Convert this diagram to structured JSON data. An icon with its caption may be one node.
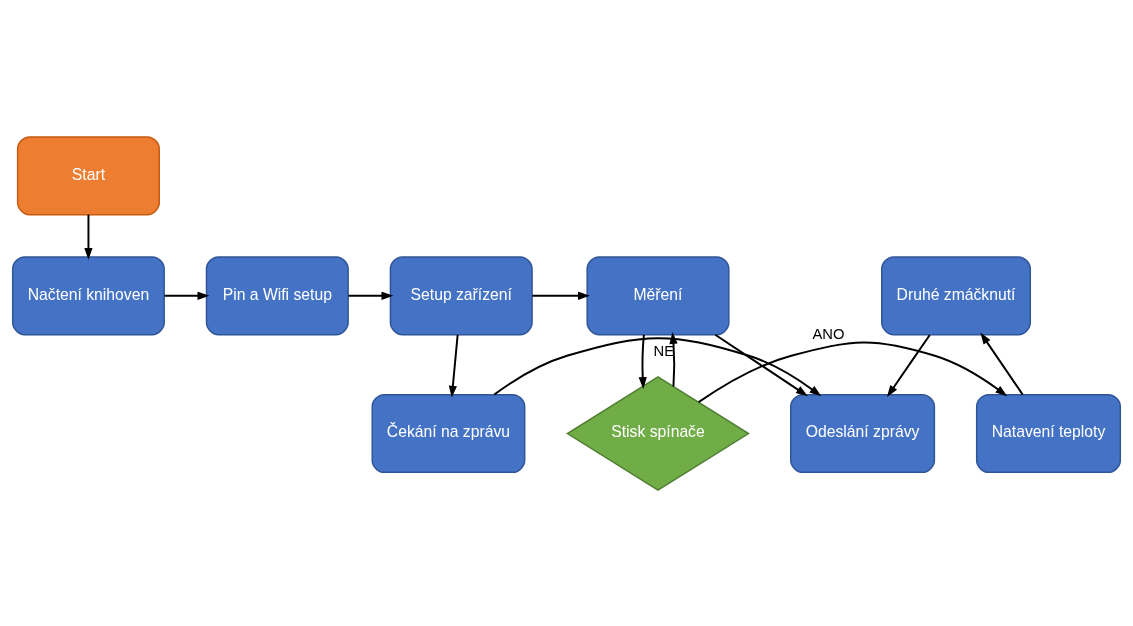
{
  "diagram": {
    "nodes": [
      {
        "text": [
          "Start"
        ]
      },
      {
        "text": [
          "Načtení knihoven"
        ]
      },
      {
        "text": [
          "Pin a Wifi setup"
        ]
      },
      {
        "text": [
          "Setup zařízení"
        ]
      },
      {
        "text": [
          "Čekání na zprávu"
        ]
      },
      {
        "text": [
          "Odeslání zprávy"
        ]
      },
      {
        "text": [
          "Měření"
        ]
      },
      {
        "text": [
          "Druhé zmáčknutí"
        ]
      },
      {
        "text": [
          "Natavení teploty"
        ]
      },
      {
        "text": [
          "Stisk spínače"
        ]
      }
    ],
    "edges": [
      {
        "from": 0,
        "to": 1,
        "arrow": "to"
      },
      {
        "from": 1,
        "to": 2,
        "arrow": "to"
      },
      {
        "from": 2,
        "to": 3,
        "arrow": "to"
      },
      {
        "from": 3,
        "to": 4,
        "arrow": "to"
      },
      {
        "from": 3,
        "to": 6,
        "arrow": "to"
      },
      {
        "from": 4,
        "to": 5,
        "arrow": "to"
      },
      {
        "from": 6,
        "to": 5,
        "arrow": "to"
      },
      {
        "from": 7,
        "to": 5,
        "arrow": "to"
      },
      {
        "from": 6,
        "to": 9,
        "arrow": "to"
      },
      {
        "from": 9,
        "to": 6,
        "label": "NE",
        "arrow": "to"
      },
      {
        "from": 9,
        "to": 8,
        "label": "ANO",
        "arrow": "to"
      },
      {
        "from": 8,
        "to": 7,
        "arrow": "to"
      }
    ]
  }
}
